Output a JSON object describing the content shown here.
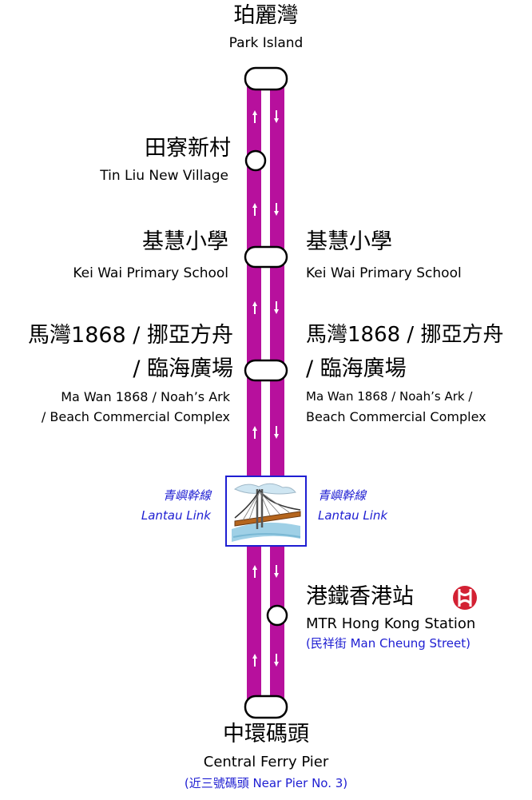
{
  "stations": {
    "park_island": {
      "zh": "珀麗灣",
      "en": "Park Island"
    },
    "tin_liu": {
      "zh": "田寮新村",
      "en": "Tin Liu New Village"
    },
    "kei_wai_left": {
      "zh": "基慧小學",
      "en": "Kei Wai Primary School"
    },
    "kei_wai_right": {
      "zh": "基慧小學",
      "en": "Kei Wai Primary School"
    },
    "ma_wan_left": {
      "zh_line1": "馬灣1868 / 挪亞方舟",
      "zh_line2": "/ 臨海廣場",
      "en_line1": "Ma Wan 1868 / Noah’s Ark",
      "en_line2": "/ Beach Commercial Complex"
    },
    "ma_wan_right": {
      "zh_line1": "馬灣1868 / 挪亞方舟",
      "zh_line2": "/ 臨海廣場",
      "en_line1": "Ma Wan 1868 / Noah’s Ark   /",
      "en_line2": "Beach Commercial Complex"
    },
    "hong_kong_station": {
      "zh": "港鐵香港站",
      "en": "MTR Hong Kong Station",
      "note": "(民祥街   Man Cheung Street)"
    },
    "central_pier": {
      "zh": "中環碼頭",
      "en": "Central Ferry Pier",
      "note": "(近三號碼頭   Near Pier No. 3)"
    }
  },
  "lantau_link": {
    "left": {
      "zh": "青嶼幹線",
      "en": "Lantau Link"
    },
    "right": {
      "zh": "青嶼幹線",
      "en": "Lantau Link"
    }
  },
  "icons": {
    "mtr": "mtr-logo-icon",
    "bridge": "bridge-icon",
    "up": "arrow-up-icon",
    "down": "arrow-down-icon"
  },
  "colors": {
    "route": "#b7109d",
    "text_blue": "#1e1ed2",
    "mtr_red": "#d32133"
  }
}
